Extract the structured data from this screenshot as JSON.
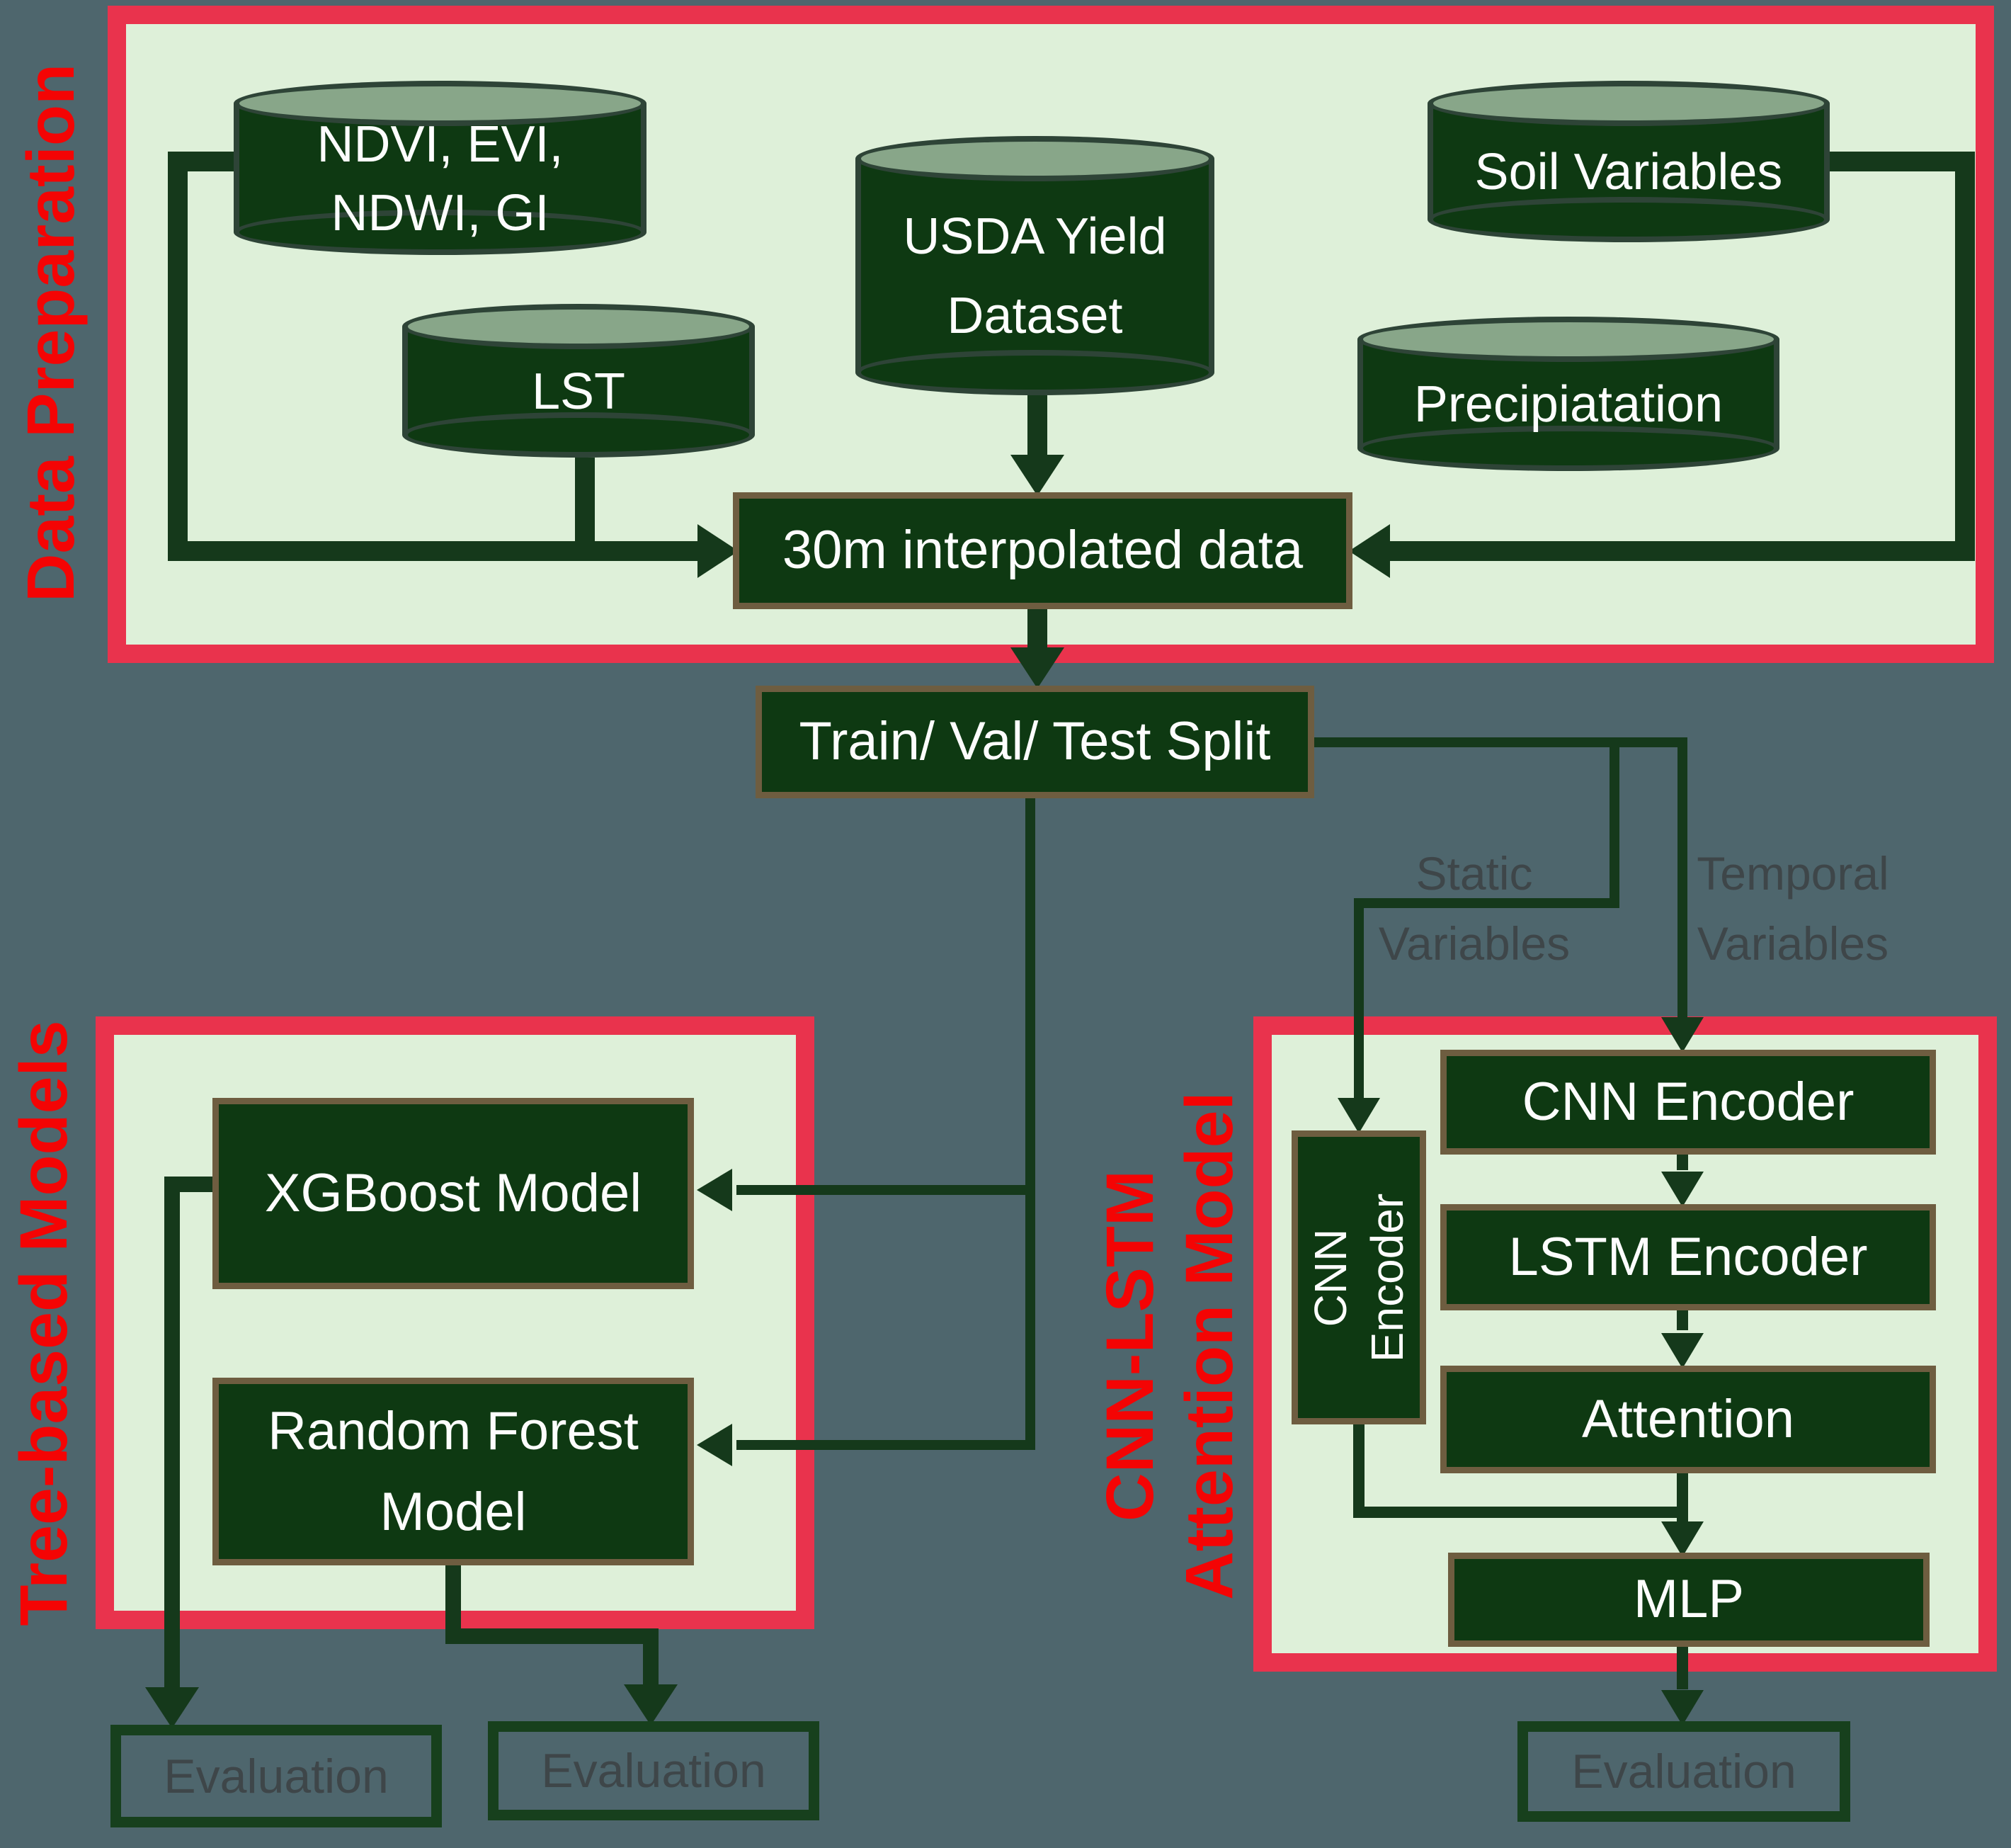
{
  "diagram_title": "Crop yield prediction pipeline flowchart",
  "colors": {
    "background": "#4e666d",
    "panel_fill": "#def0d9",
    "panel_border_red": "#e9334d",
    "panel_label_red": "#f40404",
    "node_fill_dark_green": "#0e3912",
    "node_border_olive": "#6e5d40",
    "cylinder_top_sage": "#88a689",
    "connector_green": "#15391b",
    "evaluation_border_green": "#17401d",
    "edge_label_gray": "#3e4649",
    "text_white": "#fdfdfd"
  },
  "panels": {
    "data_preparation": {
      "label": "Data Preparation"
    },
    "tree_models": {
      "label": "Tree-based Models"
    },
    "cnn_lstm": {
      "label_line1": "CNN-LSTM",
      "label_line2": "Attention Model"
    }
  },
  "cylinders": {
    "indices": {
      "line1": "NDVI, EVI,",
      "line2": "NDWI, GI"
    },
    "lst": {
      "label": "LST"
    },
    "usda": {
      "line1": "USDA Yield",
      "line2": "Dataset"
    },
    "soil": {
      "label": "Soil Variables"
    },
    "precipitation": {
      "label": "Precipiatation"
    }
  },
  "nodes": {
    "interpolated": {
      "label": "30m interpolated data"
    },
    "split": {
      "label": "Train/ Val/ Test Split"
    },
    "xgboost": {
      "label": "XGBoost Model"
    },
    "random_forest": {
      "line1": "Random Forest",
      "line2": "Model"
    },
    "cnn_encoder_static": {
      "line1": "CNN",
      "line2": "Encoder"
    },
    "cnn_encoder": {
      "label": "CNN Encoder"
    },
    "lstm_encoder": {
      "label": "LSTM Encoder"
    },
    "attention": {
      "label": "Attention"
    },
    "mlp": {
      "label": "MLP"
    },
    "evaluation_xgboost": {
      "label": "Evaluation"
    },
    "evaluation_random_forest": {
      "label": "Evaluation"
    },
    "evaluation_cnn_lstm": {
      "label": "Evaluation"
    }
  },
  "edge_labels": {
    "static": {
      "line1": "Static",
      "line2": "Variables"
    },
    "temporal": {
      "line1": "Temporal",
      "line2": "Variables"
    }
  }
}
